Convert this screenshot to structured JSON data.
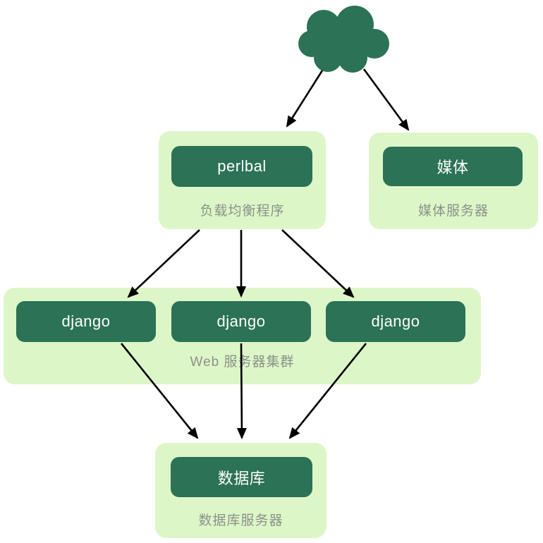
{
  "colors": {
    "node_green": "#2b7256",
    "group_green": "#ddf6c8",
    "caption_gray": "#8b918a",
    "node_text": "#ffffff",
    "arrow_black": "#000000",
    "background": "#ffffff"
  },
  "cloud": {
    "icon": "cloud-icon"
  },
  "load_balancer": {
    "node_label": "perlbal",
    "caption": "负载均衡程序"
  },
  "media_server": {
    "node_label": "媒体",
    "caption": "媒体服务器"
  },
  "web_cluster": {
    "nodes": [
      "django",
      "django",
      "django"
    ],
    "caption": "Web 服务器集群"
  },
  "database_server": {
    "node_label": "数据库",
    "caption": "数据库服务器"
  },
  "edges": [
    {
      "from": "cloud",
      "to": "load-balancer"
    },
    {
      "from": "cloud",
      "to": "media-server"
    },
    {
      "from": "load-balancer",
      "to": "django-1"
    },
    {
      "from": "load-balancer",
      "to": "django-2"
    },
    {
      "from": "load-balancer",
      "to": "django-3"
    },
    {
      "from": "django-1",
      "to": "database"
    },
    {
      "from": "django-2",
      "to": "database"
    },
    {
      "from": "django-3",
      "to": "database"
    }
  ]
}
